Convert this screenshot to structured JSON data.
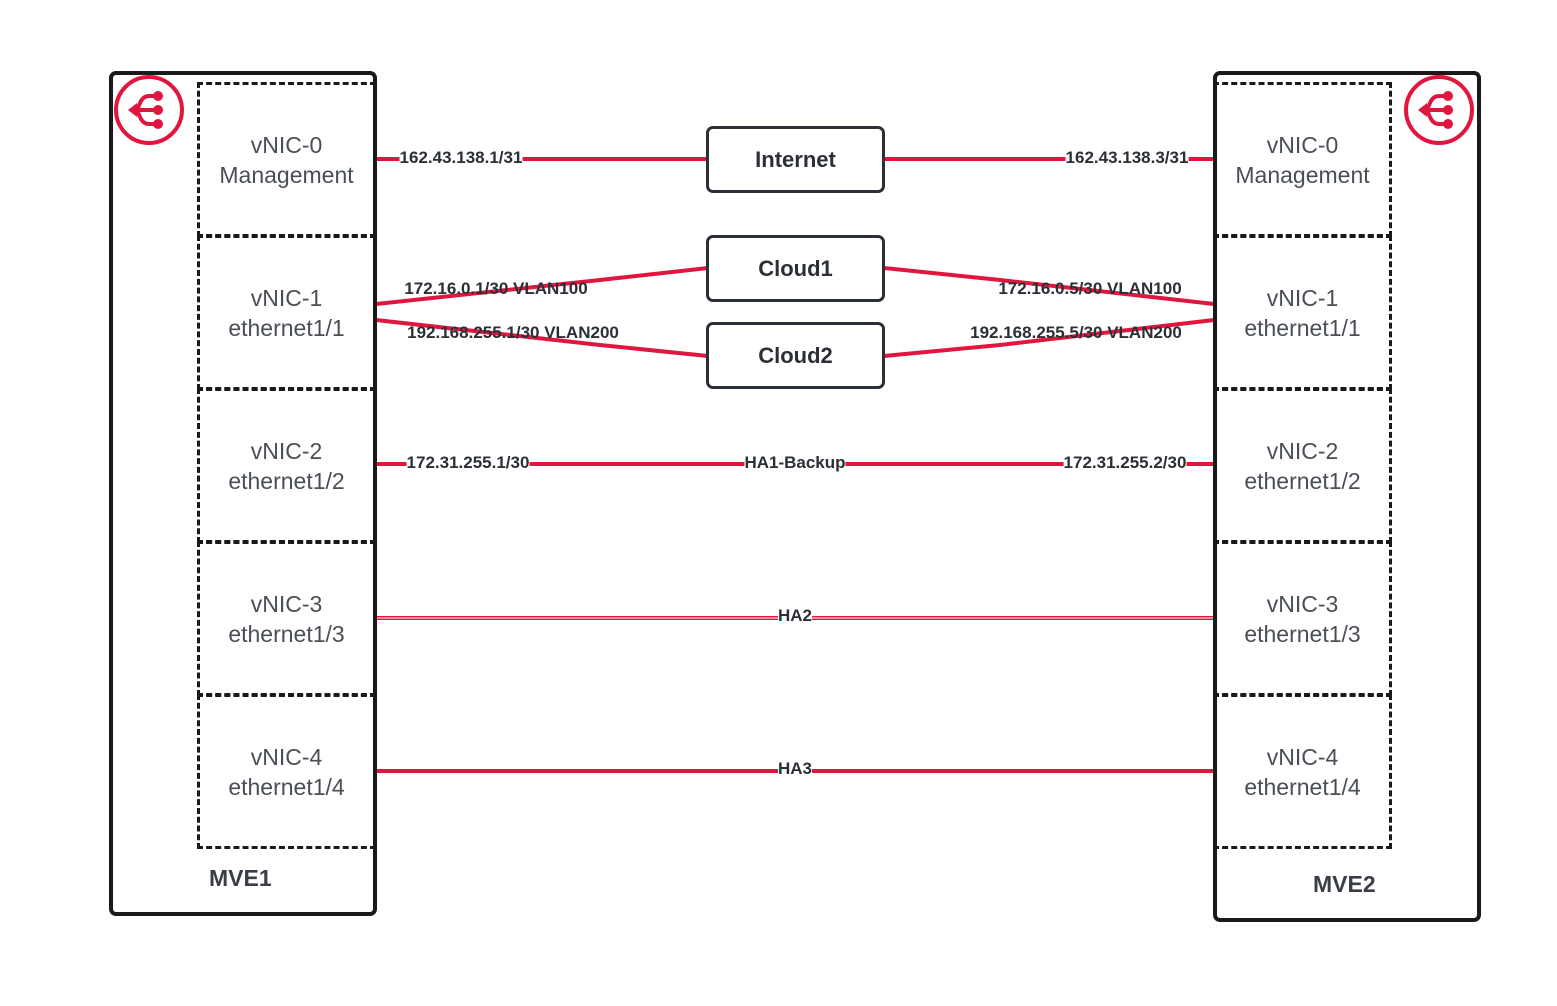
{
  "colors": {
    "link": "#e0163e",
    "border": "#1a1a1a",
    "text": "#2b2f36"
  },
  "devices": {
    "left": {
      "name": "MVE1",
      "icon": "share-network-icon",
      "nics": [
        {
          "line1": "vNIC-0",
          "line2": "Management"
        },
        {
          "line1": "vNIC-1",
          "line2": "ethernet1/1"
        },
        {
          "line1": "vNIC-2",
          "line2": "ethernet1/2"
        },
        {
          "line1": "vNIC-3",
          "line2": "ethernet1/3"
        },
        {
          "line1": "vNIC-4",
          "line2": "ethernet1/4"
        }
      ]
    },
    "right": {
      "name": "MVE2",
      "icon": "share-network-icon",
      "nics": [
        {
          "line1": "vNIC-0",
          "line2": "Management"
        },
        {
          "line1": "vNIC-1",
          "line2": "ethernet1/1"
        },
        {
          "line1": "vNIC-2",
          "line2": "ethernet1/2"
        },
        {
          "line1": "vNIC-3",
          "line2": "ethernet1/3"
        },
        {
          "line1": "vNIC-4",
          "line2": "ethernet1/4"
        }
      ]
    }
  },
  "networks": {
    "internet": "Internet",
    "cloud1": "Cloud1",
    "cloud2": "Cloud2"
  },
  "links": {
    "mgmt_left": "162.43.138.1/31",
    "mgmt_right": "162.43.138.3/31",
    "cloud1_left": "172.16.0.1/30 VLAN100",
    "cloud1_right": "172.16.0.5/30 VLAN100",
    "cloud2_left": "192.168.255.1/30 VLAN200",
    "cloud2_right": "192.168.255.5/30 VLAN200",
    "ha1_left": "172.31.255.1/30",
    "ha1_center": "HA1-Backup",
    "ha1_right": "172.31.255.2/30",
    "ha2": "HA2",
    "ha3": "HA3"
  }
}
